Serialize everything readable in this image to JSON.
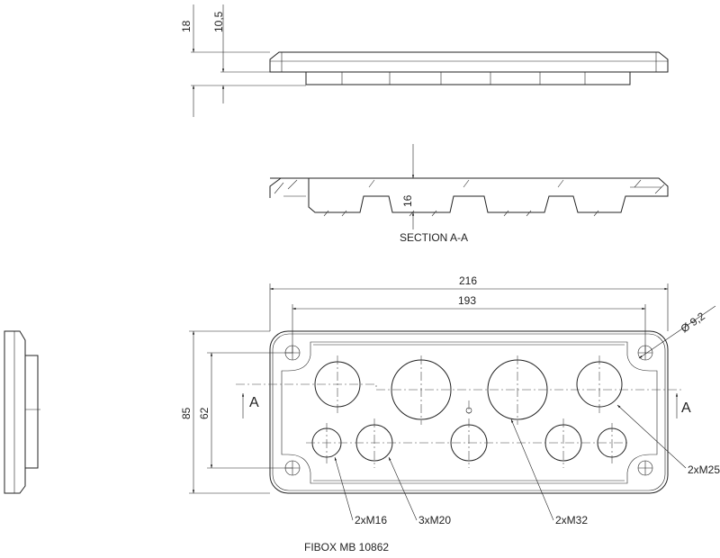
{
  "side_view": {
    "dim_total": "18",
    "dim_flange": "10,5"
  },
  "section_view": {
    "dim_depth": "16",
    "caption": "SECTION A-A"
  },
  "front_view": {
    "dim_width_outer": "216",
    "dim_width_holes": "193",
    "dim_height_outer": "85",
    "dim_height_holes": "62",
    "dim_hole_diameter": "Ø 9,2",
    "section_mark_left": "A",
    "section_mark_right": "A",
    "callouts": {
      "m16": "2xM16",
      "m20": "3xM20",
      "m32": "2xM32",
      "m25": "2xM25"
    }
  },
  "title": "FIBOX MB 10862"
}
